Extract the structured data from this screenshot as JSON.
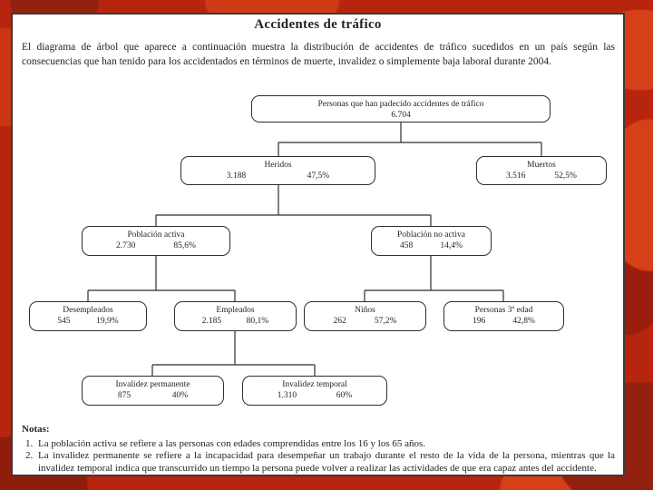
{
  "page": {
    "title": "Accidentes de tráfico",
    "intro": "El diagrama de árbol que aparece a continuación muestra la distribución de accidentes de tráfico sucedidos en un país según las consecuencias que han tenido para los accidentados en términos de muerte, invalidez o simplemente baja laboral durante 2004."
  },
  "tree": {
    "root": {
      "label": "Personas que han padecido accidentes de tráfico",
      "value": "6.704"
    },
    "nodes": [
      {
        "label": "Heridos",
        "value": "3.188",
        "percent": "47,5%"
      },
      {
        "label": "Muertos",
        "value": "3.516",
        "percent": "52,5%"
      },
      {
        "label": "Población activa",
        "value": "2.730",
        "percent": "85,6%"
      },
      {
        "label": "Población no activa",
        "value": "458",
        "percent": "14,4%"
      },
      {
        "label": "Desempleados",
        "value": "545",
        "percent": "19,9%"
      },
      {
        "label": "Empleados",
        "value": "2.185",
        "percent": "80,1%"
      },
      {
        "label": "Niños",
        "value": "262",
        "percent": "57,2%"
      },
      {
        "label": "Personas 3ª edad",
        "value": "196",
        "percent": "42,8%"
      },
      {
        "label": "Invalidez permanente",
        "value": "875",
        "percent": "40%"
      },
      {
        "label": "Invalidez temporal",
        "value": "1.310",
        "percent": "60%"
      }
    ]
  },
  "notes": {
    "title": "Notas:",
    "items": [
      {
        "num": "1.",
        "text": "La población activa se refiere a las personas con edades comprendidas entre los 16 y los 65 años."
      },
      {
        "num": "2.",
        "text": "La invalidez permanente se refiere a la incapacidad para desempeñar un trabajo durante el resto de la vida de la persona, mientras que la invalidez temporal indica que transcurrido un tiempo la persona puede volver a realizar las actividades de que era capaz antes del accidente."
      }
    ]
  },
  "colors": {
    "background_red": "#b7250f",
    "blob_light": "#d64018",
    "blob_dark": "#8f1c0c",
    "page_border": "#3a3a3a",
    "ink": "#23232b"
  }
}
